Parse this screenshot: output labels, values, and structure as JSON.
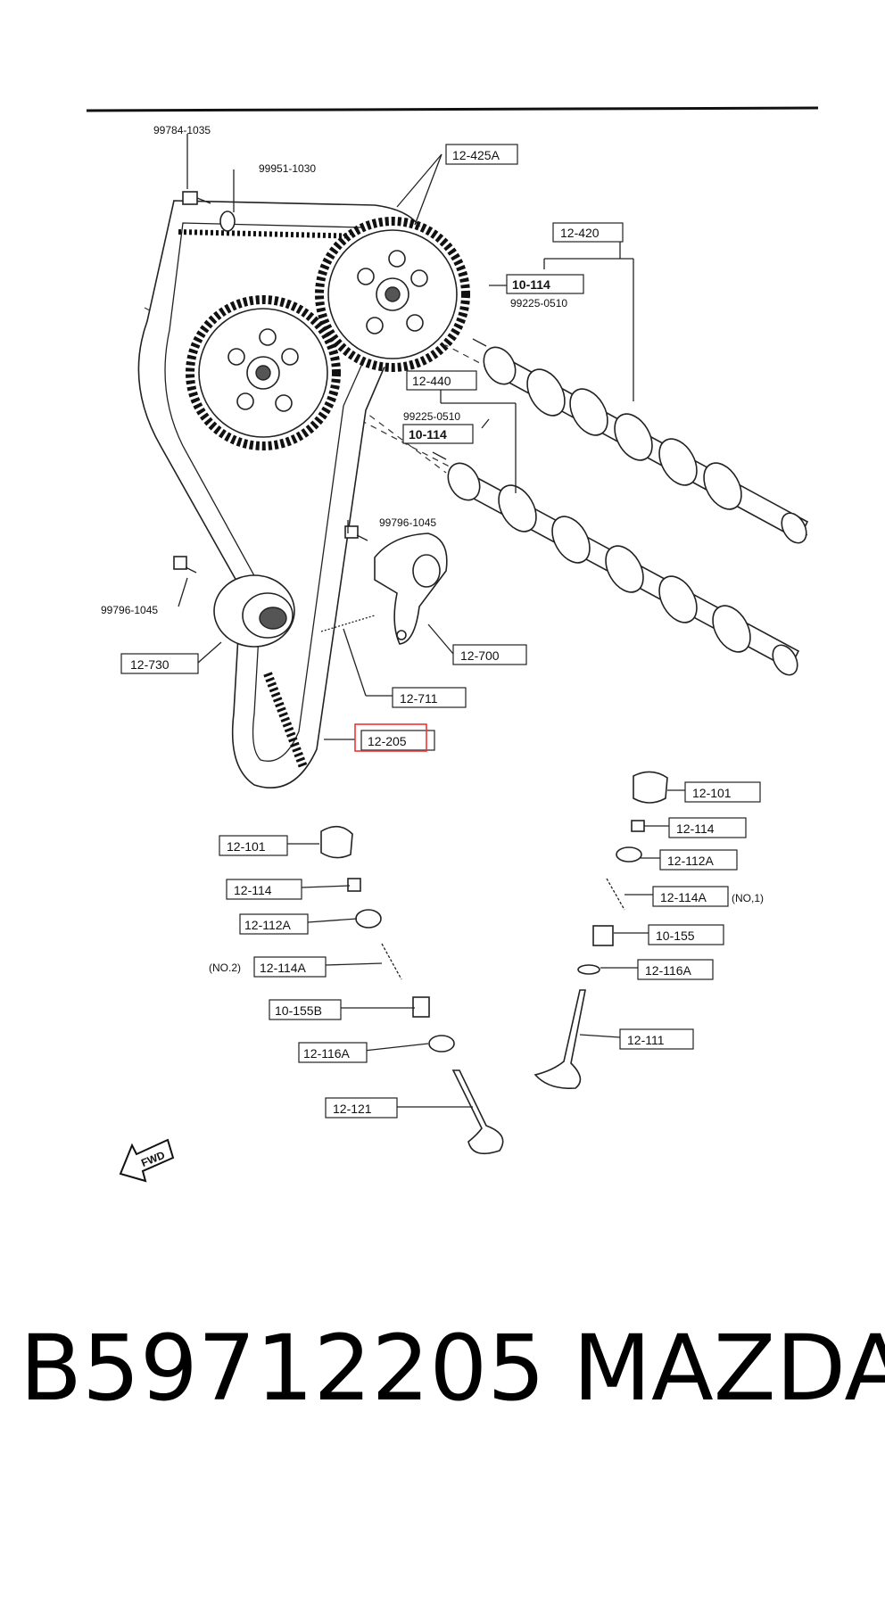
{
  "diagram": {
    "callouts": {
      "c99784": "99784-1035",
      "c99951": "99951-1030",
      "c12425A": "12-425A",
      "c12420": "12-420",
      "c10114a": "10-114",
      "c99225a": "99225-0510",
      "c12440": "12-440",
      "c99225b": "99225-0510",
      "c10114b": "10-114",
      "c99796a": "99796-1045",
      "c99796b": "99796-1045",
      "c12730": "12-730",
      "c12700": "12-700",
      "c12711": "12-711",
      "c12205": "12-205",
      "r12101": "12-101",
      "r12114": "12-114",
      "r12112A": "12-112A",
      "r12114A": "12-114A",
      "rNo1": "(NO,1)",
      "r10155": "10-155",
      "r12116A": "12-116A",
      "r12111": "12-111",
      "l12101": "12-101",
      "l12114": "12-114",
      "l12112A": "12-112A",
      "lNo2": "(NO.2)",
      "l12114A": "12-114A",
      "l10155B": "10-155B",
      "l12116A": "12-116A",
      "l12121": "12-121",
      "fwd": "FWD"
    },
    "highlighted_part": "12-205",
    "highlight_color": "#e33333"
  },
  "footer": {
    "part_number": "B59712205",
    "brand": "MAZDA"
  }
}
